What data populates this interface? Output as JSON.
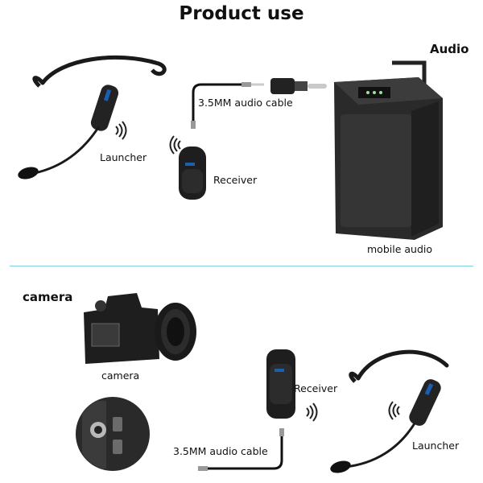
{
  "title": "Product use",
  "top": {
    "section": "Audio",
    "launcher": "Launcher",
    "cable": "3.5MM audio cable",
    "receiver": "Receiver",
    "speaker": "mobile audio"
  },
  "bottom": {
    "section": "camera",
    "camera": "camera",
    "receiver": "Receiver",
    "cable": "3.5MM audio cable",
    "launcher": "Launcher"
  }
}
